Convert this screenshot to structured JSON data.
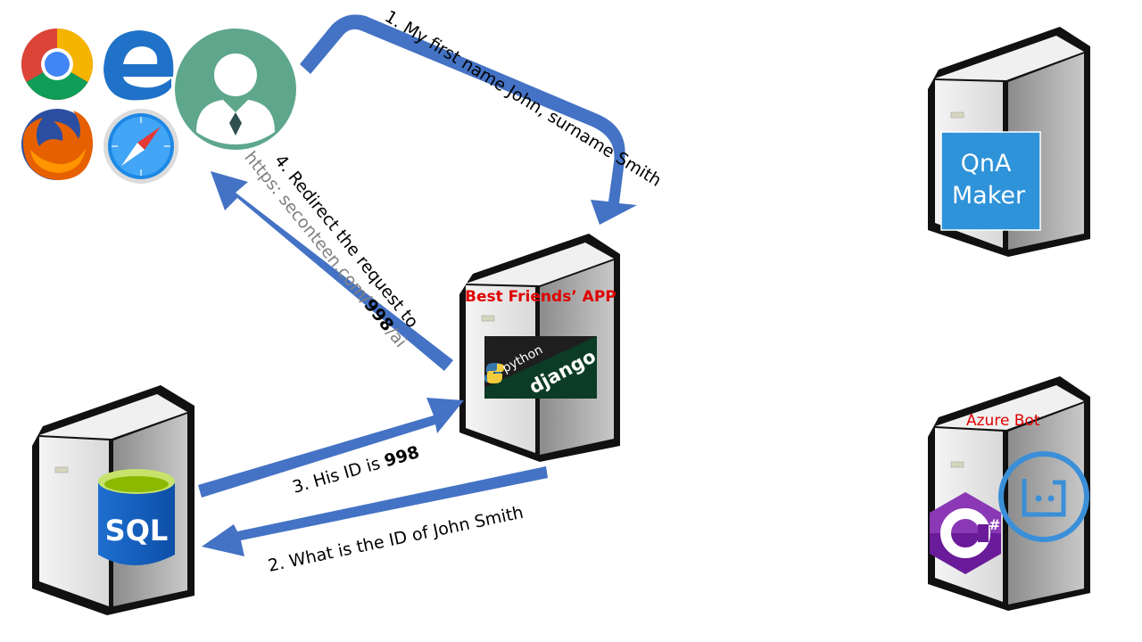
{
  "steps": {
    "step1": "1. My first name John, surname Smith",
    "step2": "2. What is the ID of John Smith",
    "step3_prefix": "3. His ID is ",
    "step3_id": "998",
    "step4": "4. Redirect the request to",
    "step4_url_prefix": "https: seconteen.com/",
    "step4_url_id": "998",
    "step4_url_suffix": "/ai"
  },
  "servers": {
    "app": {
      "label": "Best Friends’ APP",
      "python_text": "python",
      "django_text": "django"
    },
    "sql": {
      "label": "SQL"
    },
    "qna": {
      "line1": "QnA",
      "line2": "Maker"
    },
    "bot": {
      "label": "Azure Bot",
      "csharp": "C#"
    }
  },
  "icons": [
    "chrome-icon",
    "edge-icon",
    "firefox-icon",
    "safari-icon",
    "user-avatar-icon"
  ],
  "colors": {
    "arrow": "#4472C4",
    "app_label": "#E00000",
    "bot_label": "#E00000",
    "qna_box": "#2E93D8",
    "sql": "#1565C0",
    "django_bg": "#0C3C26",
    "avatar_bg": "#5EA78C",
    "csharp": "#6A1B9A",
    "bot_ring": "#3A8FD8"
  }
}
